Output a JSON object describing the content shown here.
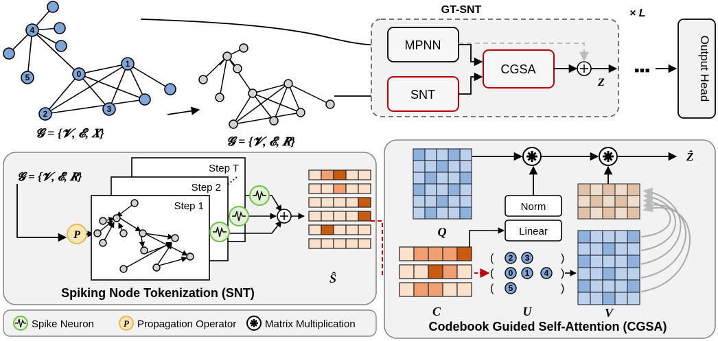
{
  "top": {
    "gt_snt_title": "GT-SNT",
    "repeat_label": "× L",
    "mpnn_label": "MPNN",
    "snt_label": "SNT",
    "cgsa_label": "CGSA",
    "z_label": "Z",
    "dots": "■ ■ ■",
    "output_head_label": "Output Head",
    "graph_input_label": "𝓖 = {𝓥, 𝓔, 𝑿}",
    "graph_spiking_label": "𝓖 = {𝓥, 𝓔, 𝑹}",
    "node_labels": [
      "4",
      "1",
      "0",
      "5",
      "2",
      "3"
    ]
  },
  "snt_panel": {
    "title": "Spiking Node Tokenization (SNT)",
    "graph_label": "𝓖 = {𝓥, 𝓔, 𝑹}",
    "step_labels": [
      "Step T",
      "Step 2",
      "Step 1"
    ],
    "propagation_symbol": "P",
    "s_hat_label": "Ŝ"
  },
  "cgsa_panel": {
    "title": "Codebook Guided Self-Attention (CGSA)",
    "q_label": "Q",
    "c_label": "C",
    "u_label": "U",
    "v_label": "V",
    "norm_label": "Norm",
    "linear_label": "Linear",
    "z_hat_label": "Ẑ",
    "codebook_indices": [
      "2",
      "3",
      "0",
      "1",
      "4",
      "5"
    ]
  },
  "legend": {
    "spike_neuron": "Spike Neuron",
    "propagation_operator": "Propagation Operator",
    "matrix_multiplication": "Matrix Multiplication",
    "propagation_symbol": "P"
  },
  "colors": {
    "blue_node": "#7ea6d8",
    "gray_node": "#d2d2d2",
    "red_box": "#c00000",
    "panel_bg": "#f2f2f2",
    "spike_green": "#6fbf4a",
    "prop_yellow": "#fce7b0",
    "orange_dark": "#c85a12",
    "orange_mid": "#f0a070",
    "orange_light": "#fbe0cc",
    "blue_cell": "#a9c4e4",
    "beige_cell": "#e8cdb6"
  }
}
